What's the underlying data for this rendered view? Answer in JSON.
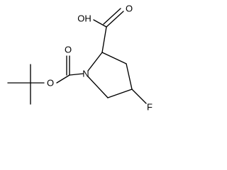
{
  "molecule": {
    "atoms": {
      "acid_group": "OH",
      "acid_oxygen_upper": "O",
      "carbamate_oxygen_lower": "O",
      "ester_oxygen": "O",
      "ring_nitrogen": "N",
      "fluorine": "F"
    },
    "colors": {
      "bond": "#000000",
      "text": "#000000",
      "background": "#ffffff"
    }
  }
}
